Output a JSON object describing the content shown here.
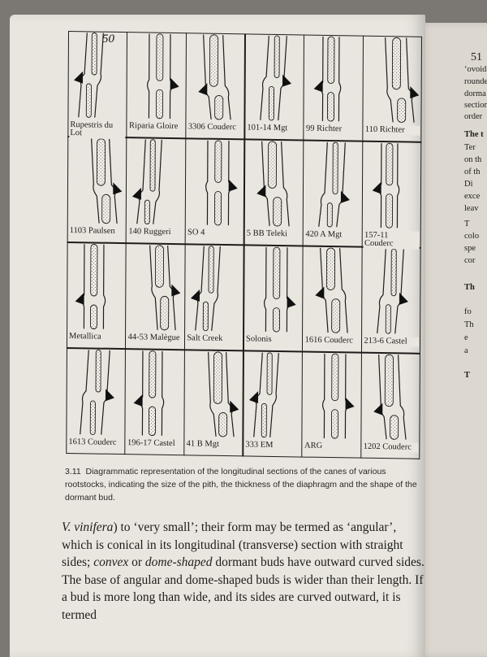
{
  "page": {
    "left_number": "50",
    "right_number": "51"
  },
  "figure": {
    "labels": [
      [
        "Rupestris du Lot",
        "Riparia Gloire",
        "3306 Couderc",
        "101-14 Mgt",
        "99 Richter",
        "110 Richter"
      ],
      [
        "1103 Paulsen",
        "140 Ruggeri",
        "SO 4",
        "5 BB Teleki",
        "420 A Mgt",
        "157-11 Couderc"
      ],
      [
        "Metallica",
        "44-53 Malègue",
        "Salt Creek",
        "Solonis",
        "1616 Couderc",
        "213-6 Castel"
      ],
      [
        "1613 Couderc",
        "196-17 Castel",
        "41 B Mgt",
        "333 EM",
        "ARG",
        "1202 Couderc"
      ]
    ]
  },
  "caption": {
    "number": "3.11",
    "text": "Diagrammatic representation of the longitudinal sections of the canes of various rootstocks, indicating the size of the pith, the thickness of the diaphragm and the shape of the dormant bud."
  },
  "body": {
    "t1": "V. vinifera",
    "t2": ") to ‘very small’; their form may be termed as ‘angular’, which is conical in its longitudinal (transverse) section with straight sides; ",
    "t3": "convex",
    "t4": " or ",
    "t5": "dome-shaped",
    "t6": " dormant buds have outward curved sides. The base of angular and dome-shaped buds is wider than their length. If a bud is more long than wide, and its sides are curved outward, it is termed"
  },
  "right_page": {
    "snippets": [
      "‘ovoid’",
      "rounde",
      "dorma",
      "section",
      "order",
      "The t",
      "Ter",
      "on th",
      "of th",
      "Di",
      "exce",
      "leav",
      "T",
      "colo",
      "spe",
      "cor",
      "Th",
      "fo",
      "Th",
      "e",
      "a",
      "T"
    ]
  }
}
